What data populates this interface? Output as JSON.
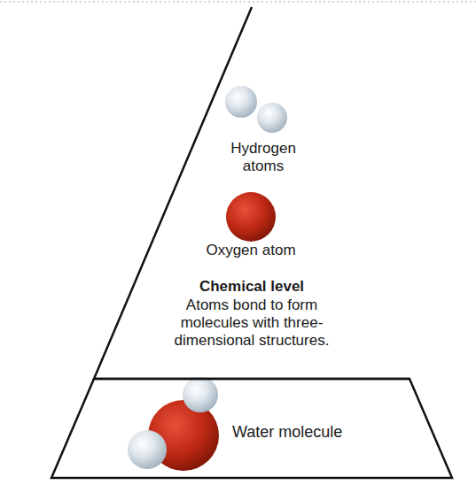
{
  "diagram": {
    "nodes": [
      {
        "text": [
          "Chemical level",
          "Atoms bond to form molecules with three-dimensional structures."
        ]
      },
      {
        "text": [
          "Water molecule"
        ]
      }
    ],
    "labels": [
      "Hydrogen atoms",
      "Oxygen atom"
    ]
  }
}
